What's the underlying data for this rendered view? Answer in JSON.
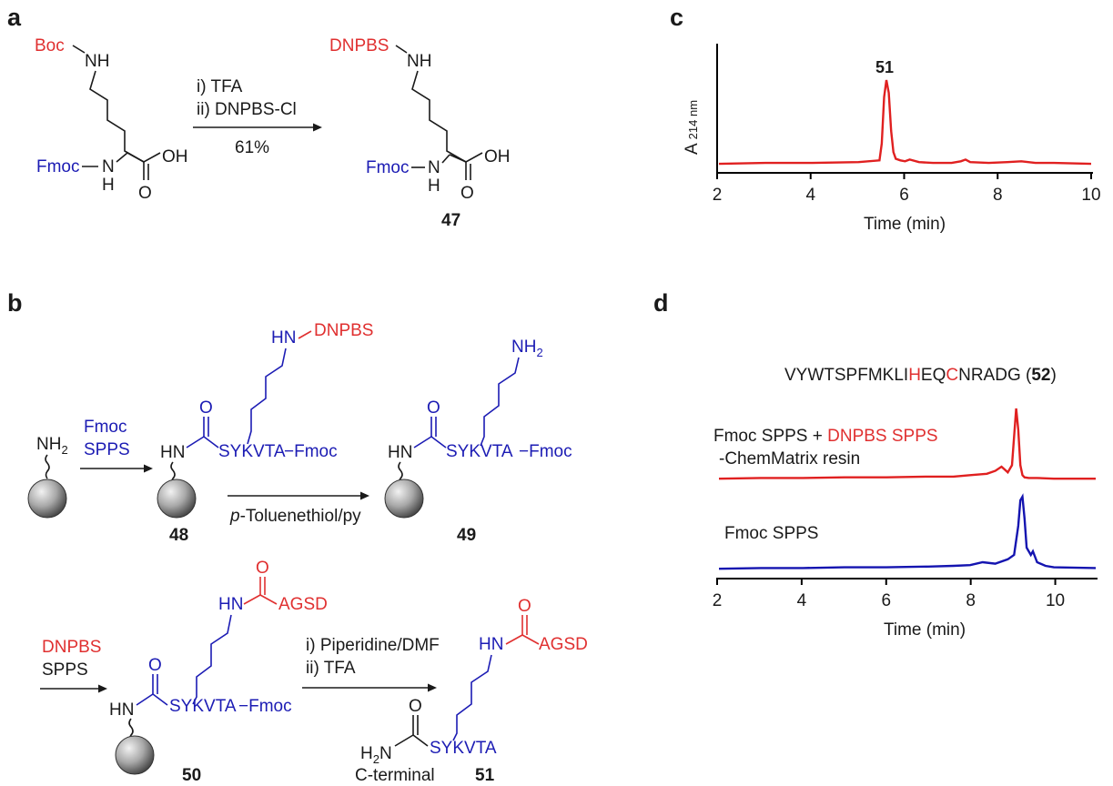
{
  "panels": {
    "a": "a",
    "b": "b",
    "c": "c",
    "d": "d"
  },
  "scheme_a": {
    "boc": "Boc",
    "nh_top": "NH",
    "fmoc": "Fmoc",
    "nh_low": "N",
    "h": "H",
    "oh": "OH",
    "o": "O",
    "step1": "i) TFA",
    "step2": "ii) DNPBS-Cl",
    "yield": "61%",
    "dnpbs": "DNPBS",
    "compound": "47"
  },
  "scheme_b": {
    "nh2": "NH",
    "nh2_sub": "2",
    "fmoc_spps_1": "Fmoc",
    "fmoc_spps_2": "SPPS",
    "dnpbs_spps_1": "DNPBS",
    "dnpbs_spps_2": "SPPS",
    "hn": "HN",
    "o": "O",
    "sykvta": "SYKVTA",
    "minus_fmoc": "−Fmoc",
    "dnpbs": "DNPBS",
    "agsd": "AGSD",
    "reagent_p": "p",
    "reagent_rest": "-Toluenethiol/py",
    "step1": "i) Piperidine/DMF",
    "step2": "ii) TFA",
    "h2n": "H",
    "h2n_sub": "2",
    "h2n_n": "N",
    "cterm": "C-terminal",
    "c48": "48",
    "c49": "49",
    "c50": "50",
    "c51": "51"
  },
  "chart_data": [
    {
      "type": "line",
      "panel": "c",
      "xlabel": "Time (min)",
      "ylabel": "A",
      "ylabel_sub": "214 nm",
      "xlim": [
        2,
        10
      ],
      "xticks": [
        2,
        4,
        6,
        8,
        10
      ],
      "peak_label": "51",
      "series": [
        {
          "color": "#e02020",
          "x": [
            2.0,
            3.0,
            4.0,
            5.0,
            5.45,
            5.5,
            5.55,
            5.6,
            5.65,
            5.7,
            5.75,
            5.8,
            5.9,
            6.0,
            6.1,
            6.3,
            6.6,
            7.0,
            7.2,
            7.3,
            7.4,
            7.8,
            8.2,
            8.5,
            8.8,
            9.2,
            10.0
          ],
          "y": [
            0.01,
            0.02,
            0.02,
            0.03,
            0.05,
            0.25,
            0.8,
            1.0,
            0.85,
            0.4,
            0.15,
            0.07,
            0.05,
            0.04,
            0.06,
            0.03,
            0.02,
            0.02,
            0.04,
            0.06,
            0.03,
            0.02,
            0.03,
            0.04,
            0.02,
            0.02,
            0.01
          ]
        }
      ]
    },
    {
      "type": "line",
      "panel": "d",
      "xlabel": "Time (min)",
      "xlim": [
        2,
        11
      ],
      "xticks": [
        2,
        4,
        6,
        8,
        10
      ],
      "sequence": {
        "p1": "VYWTSPFMKLI",
        "h": "H",
        "p2": "EQ",
        "c": "C",
        "p3": "NRADG (",
        "num": "52",
        "close": ")"
      },
      "series": [
        {
          "name_part1": "Fmoc SPPS + ",
          "name_part2": "DNPBS SPPS",
          "name_line2": "-ChemMatrix resin",
          "color": "#e02020",
          "x": [
            2.0,
            3.0,
            4.0,
            5.0,
            6.0,
            7.0,
            7.6,
            8.0,
            8.4,
            8.6,
            8.75,
            8.9,
            9.0,
            9.05,
            9.1,
            9.15,
            9.2,
            9.25,
            9.3,
            9.4,
            9.6,
            10.0,
            11.0
          ],
          "y": [
            0.01,
            0.02,
            0.02,
            0.03,
            0.03,
            0.04,
            0.04,
            0.06,
            0.08,
            0.12,
            0.18,
            0.1,
            0.2,
            0.6,
            1.0,
            0.7,
            0.2,
            0.06,
            0.03,
            0.02,
            0.02,
            0.01,
            0.01
          ]
        },
        {
          "name": "Fmoc SPPS",
          "color": "#1414b0",
          "x": [
            2.0,
            3.0,
            4.0,
            5.0,
            6.0,
            7.0,
            7.6,
            8.0,
            8.3,
            8.6,
            8.9,
            9.05,
            9.15,
            9.2,
            9.25,
            9.3,
            9.35,
            9.45,
            9.5,
            9.6,
            9.8,
            10.0,
            11.0
          ],
          "y": [
            0.01,
            0.02,
            0.02,
            0.03,
            0.03,
            0.04,
            0.05,
            0.06,
            0.1,
            0.08,
            0.14,
            0.2,
            0.6,
            0.95,
            1.0,
            0.7,
            0.3,
            0.2,
            0.25,
            0.1,
            0.05,
            0.03,
            0.02
          ]
        }
      ]
    }
  ]
}
